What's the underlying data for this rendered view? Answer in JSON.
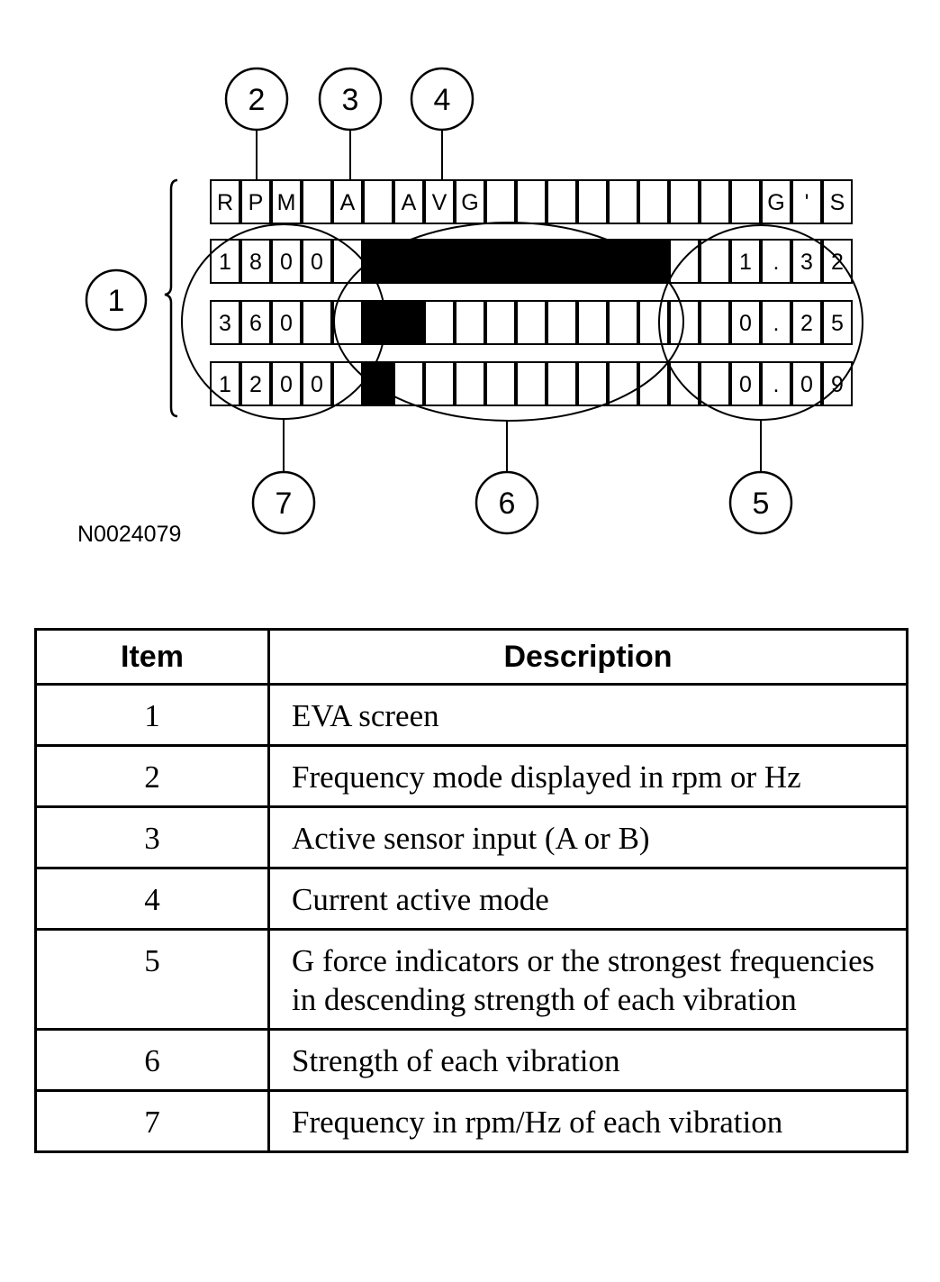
{
  "figure": {
    "id": "N0024079",
    "header_chars": [
      "R",
      "P",
      "M",
      "",
      "A",
      "",
      "A",
      "V",
      "G",
      "",
      "",
      "",
      "",
      "",
      "",
      "",
      "",
      "",
      "G",
      "'",
      "S"
    ],
    "rows": [
      {
        "chars": [
          "1",
          "8",
          "0",
          "0",
          "",
          ".",
          ".",
          ".",
          ".",
          ".",
          ".",
          ".",
          ".",
          ".",
          ".",
          ".",
          "",
          "1",
          ".",
          "3",
          "2"
        ],
        "bar_cells": 10
      },
      {
        "chars": [
          "3",
          "6",
          "0",
          "",
          "",
          "",
          "",
          "",
          "",
          "",
          "",
          "",
          "",
          "",
          "",
          "",
          "",
          "0",
          ".",
          "2",
          "5"
        ],
        "bar_cells": 2
      },
      {
        "chars": [
          "1",
          "2",
          "0",
          "0",
          "",
          "",
          "",
          "",
          "",
          "",
          "",
          "",
          "",
          "",
          "",
          "",
          "",
          "0",
          ".",
          "0",
          "9"
        ],
        "bar_cells": 1
      }
    ],
    "callouts": [
      "1",
      "2",
      "3",
      "4",
      "5",
      "6",
      "7"
    ]
  },
  "table": {
    "headers": {
      "item": "Item",
      "description": "Description"
    },
    "rows": [
      {
        "item": "1",
        "description": "EVA screen"
      },
      {
        "item": "2",
        "description": "Frequency mode displayed in rpm or Hz"
      },
      {
        "item": "3",
        "description": "Active sensor input (A or B)"
      },
      {
        "item": "4",
        "description": "Current active mode"
      },
      {
        "item": "5",
        "description": "G force indicators or the strongest frequencies in descending strength of each vibration"
      },
      {
        "item": "6",
        "description": "Strength of each vibration"
      },
      {
        "item": "7",
        "description": "Frequency in rpm/Hz of each vibration"
      }
    ]
  }
}
